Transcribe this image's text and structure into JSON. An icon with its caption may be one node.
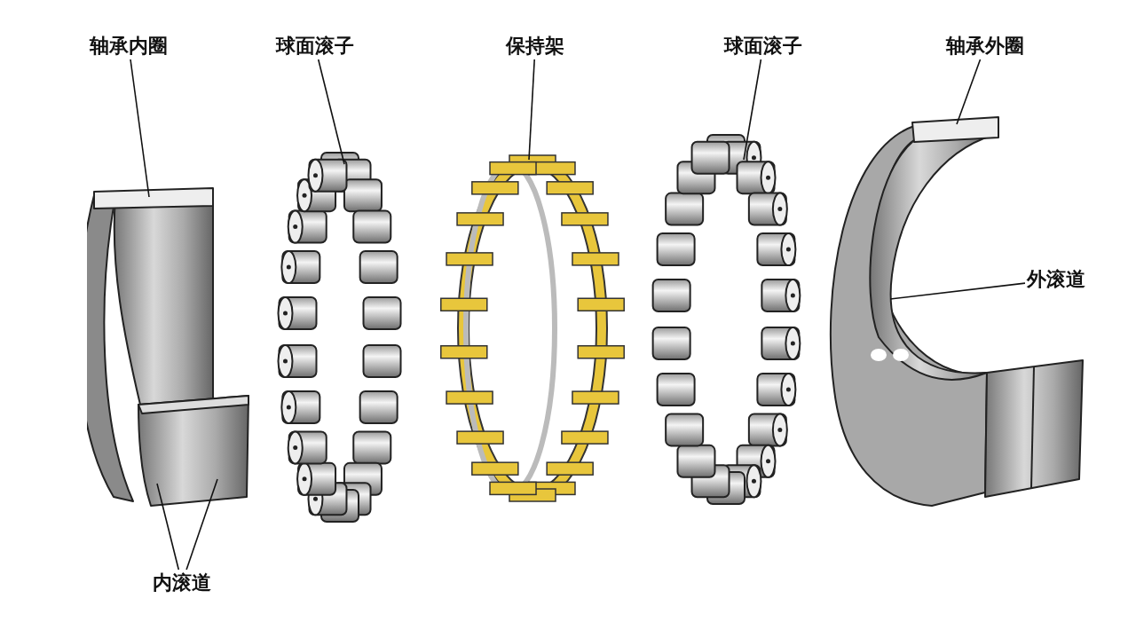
{
  "diagram": {
    "nodes": [
      {
        "text": [
          "轴承内圈"
        ]
      },
      {
        "text": [
          "球面滚子"
        ]
      },
      {
        "text": [
          "保持架"
        ]
      },
      {
        "text": [
          "球面滚子"
        ]
      },
      {
        "text": [
          "轴承外圈"
        ]
      },
      {
        "text": [
          "外滚道"
        ]
      },
      {
        "text": [
          "内滚道"
        ]
      },
      {
        "text": [],
        "shape": "picture"
      },
      {
        "text": [],
        "shape": "picture"
      },
      {
        "text": [],
        "shape": "picture"
      },
      {
        "text": [],
        "shape": "picture"
      },
      {
        "text": [],
        "shape": "picture"
      }
    ],
    "edges": [
      {
        "from": 0,
        "to": 7,
        "arrow": "none"
      },
      {
        "from": 1,
        "to": 8,
        "arrow": "none"
      },
      {
        "from": 2,
        "to": 9,
        "arrow": "none"
      },
      {
        "from": 3,
        "to": 10,
        "arrow": "none"
      },
      {
        "from": 4,
        "to": 11,
        "arrow": "none"
      },
      {
        "from": 5,
        "to": 11,
        "arrow": "none"
      },
      {
        "from": 6,
        "to": 7,
        "arrow": "none"
      },
      {
        "from": 6,
        "to": 7,
        "arrow": "none"
      }
    ]
  }
}
